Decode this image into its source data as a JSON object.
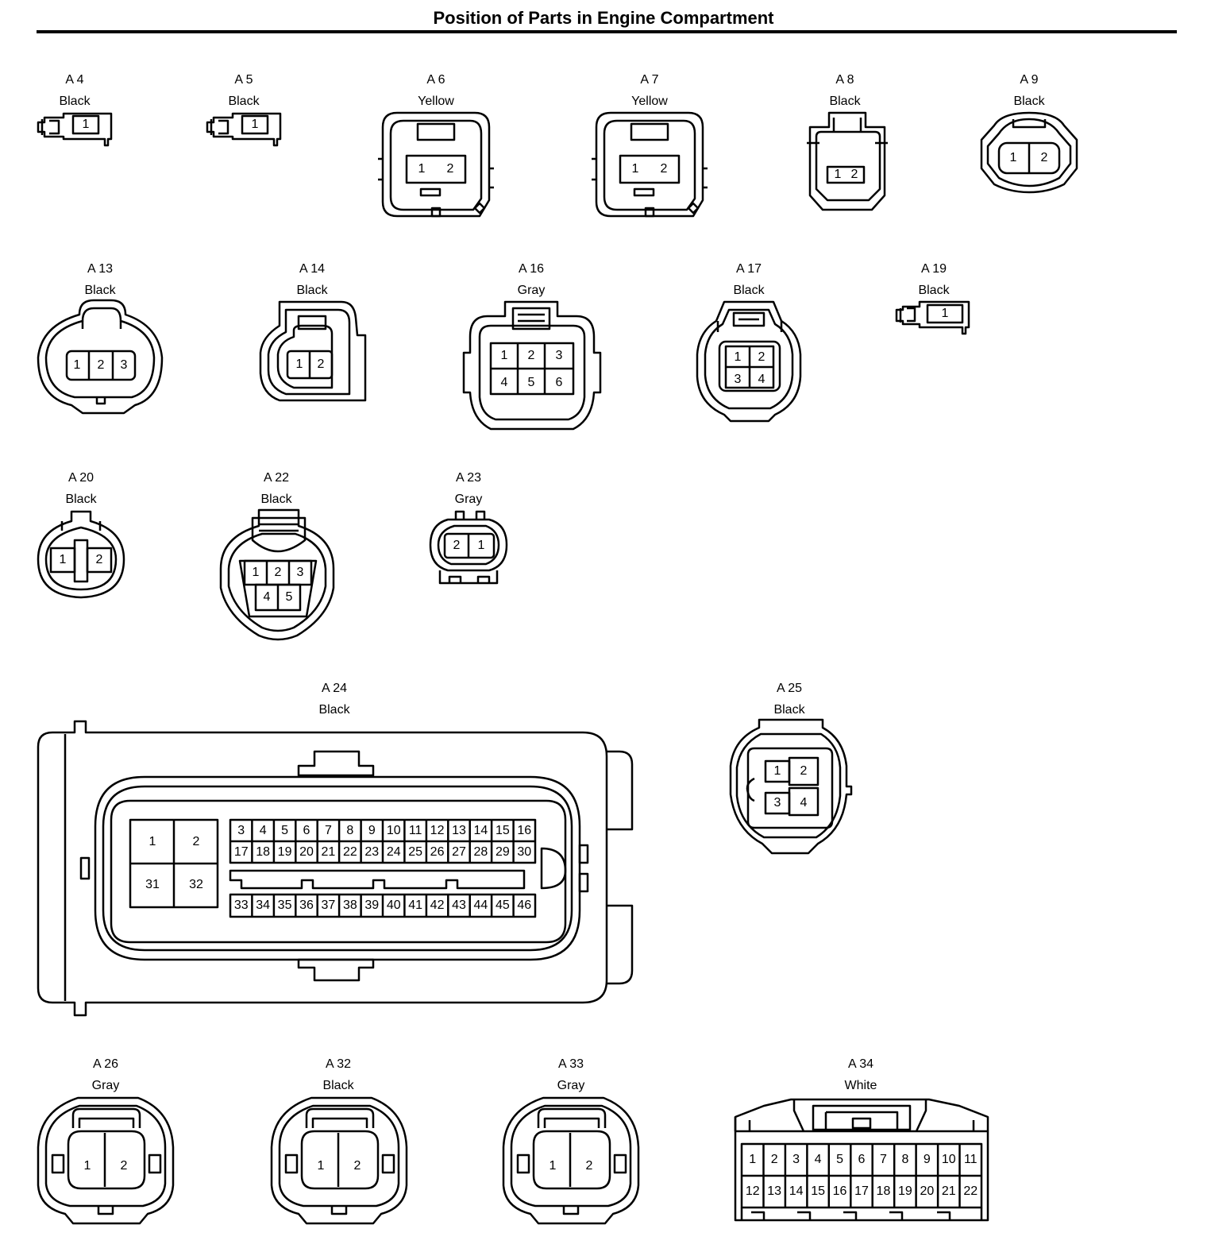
{
  "title": "Position of Parts in Engine Compartment",
  "connectors": [
    {
      "id": "A 4",
      "color": "Black",
      "pins": [
        "1"
      ]
    },
    {
      "id": "A 5",
      "color": "Black",
      "pins": [
        "1"
      ]
    },
    {
      "id": "A 6",
      "color": "Yellow",
      "pins": [
        "1",
        "2"
      ]
    },
    {
      "id": "A 7",
      "color": "Yellow",
      "pins": [
        "1",
        "2"
      ]
    },
    {
      "id": "A 8",
      "color": "Black",
      "pins": [
        "1",
        "2"
      ]
    },
    {
      "id": "A 9",
      "color": "Black",
      "pins": [
        "1",
        "2"
      ]
    },
    {
      "id": "A 13",
      "color": "Black",
      "pins": [
        "1",
        "2",
        "3"
      ]
    },
    {
      "id": "A 14",
      "color": "Black",
      "pins": [
        "1",
        "2"
      ]
    },
    {
      "id": "A 16",
      "color": "Gray",
      "pins": [
        "1",
        "2",
        "3",
        "4",
        "5",
        "6"
      ]
    },
    {
      "id": "A 17",
      "color": "Black",
      "pins": [
        "1",
        "2",
        "3",
        "4"
      ]
    },
    {
      "id": "A 19",
      "color": "Black",
      "pins": [
        "1"
      ]
    },
    {
      "id": "A 20",
      "color": "Black",
      "pins": [
        "1",
        "2"
      ]
    },
    {
      "id": "A 22",
      "color": "Black",
      "pins": [
        "1",
        "2",
        "3",
        "4",
        "5"
      ]
    },
    {
      "id": "A 23",
      "color": "Gray",
      "pins": [
        "2",
        "1"
      ]
    },
    {
      "id": "A 24",
      "color": "Black",
      "pins": [
        "1",
        "2",
        "31",
        "32",
        "3",
        "4",
        "5",
        "6",
        "7",
        "8",
        "9",
        "10",
        "11",
        "12",
        "13",
        "14",
        "15",
        "16",
        "17",
        "18",
        "19",
        "20",
        "21",
        "22",
        "23",
        "24",
        "25",
        "26",
        "27",
        "28",
        "29",
        "30",
        "33",
        "34",
        "35",
        "36",
        "37",
        "38",
        "39",
        "40",
        "41",
        "42",
        "43",
        "44",
        "45",
        "46"
      ]
    },
    {
      "id": "A 25",
      "color": "Black",
      "pins": [
        "1",
        "2",
        "3",
        "4"
      ]
    },
    {
      "id": "A 26",
      "color": "Gray",
      "pins": [
        "1",
        "2"
      ]
    },
    {
      "id": "A 32",
      "color": "Black",
      "pins": [
        "1",
        "2"
      ]
    },
    {
      "id": "A 33",
      "color": "Gray",
      "pins": [
        "1",
        "2"
      ]
    },
    {
      "id": "A 34",
      "color": "White",
      "pins": [
        "1",
        "2",
        "3",
        "4",
        "5",
        "6",
        "7",
        "8",
        "9",
        "10",
        "11",
        "12",
        "13",
        "14",
        "15",
        "16",
        "17",
        "18",
        "19",
        "20",
        "21",
        "22"
      ]
    }
  ]
}
